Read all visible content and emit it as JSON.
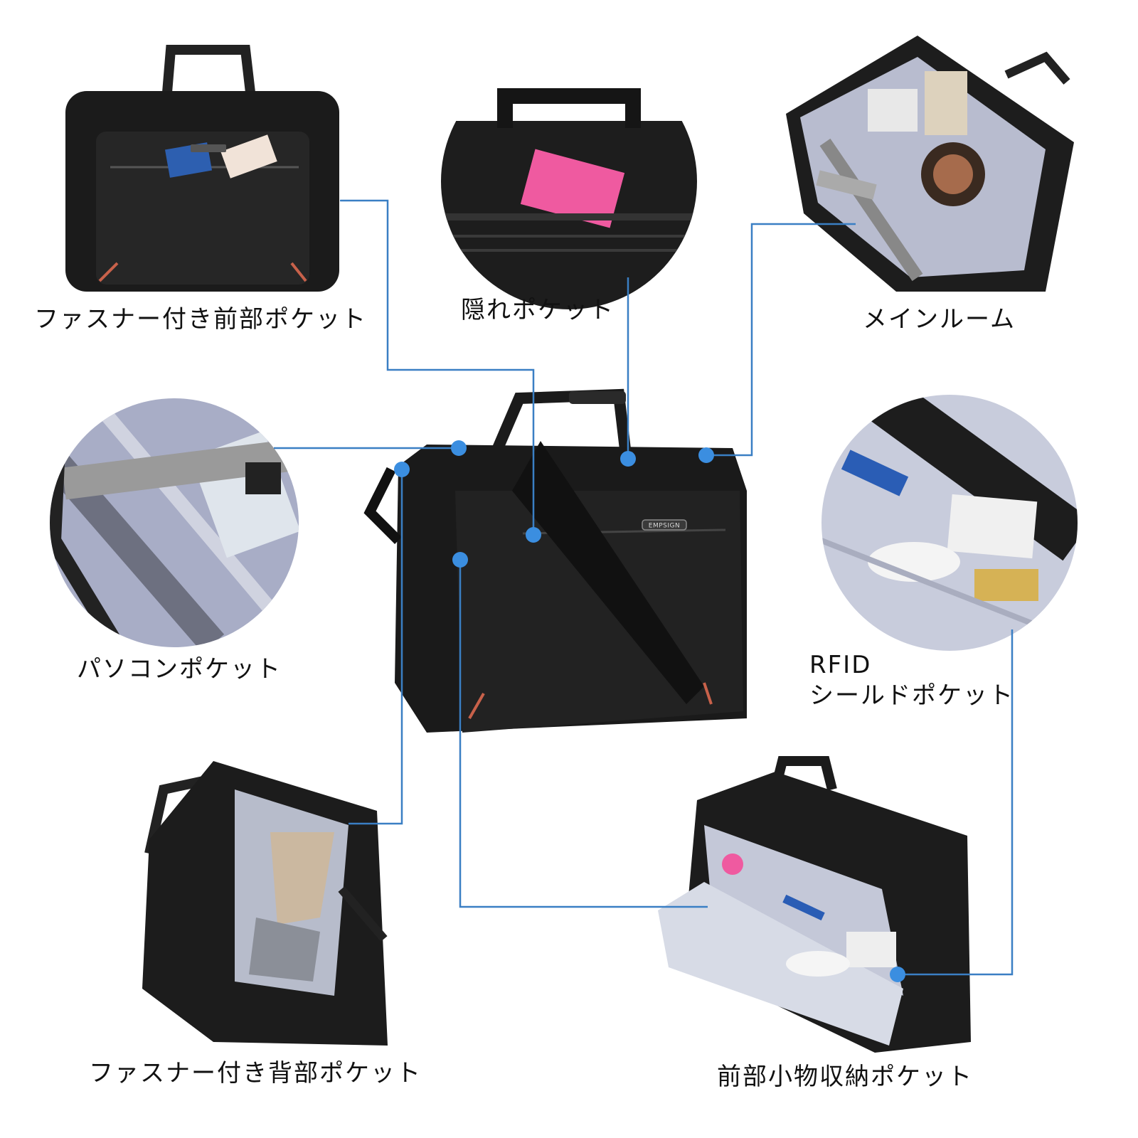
{
  "brand": "EMPSIGN",
  "line_color": "#3a7fc4",
  "dot_color": "#3b8ee0",
  "labels": {
    "front_zip_pocket": "ファスナー付き前部ポケット",
    "hidden_pocket": "隠れポケット",
    "main_room": "メインルーム",
    "pc_pocket": "パソコンポケット",
    "rfid_line1": "RFID",
    "rfid_line2": "シールドポケット",
    "back_zip_pocket": "ファスナー付き背部ポケット",
    "front_small_pocket": "前部小物収納ポケット"
  }
}
